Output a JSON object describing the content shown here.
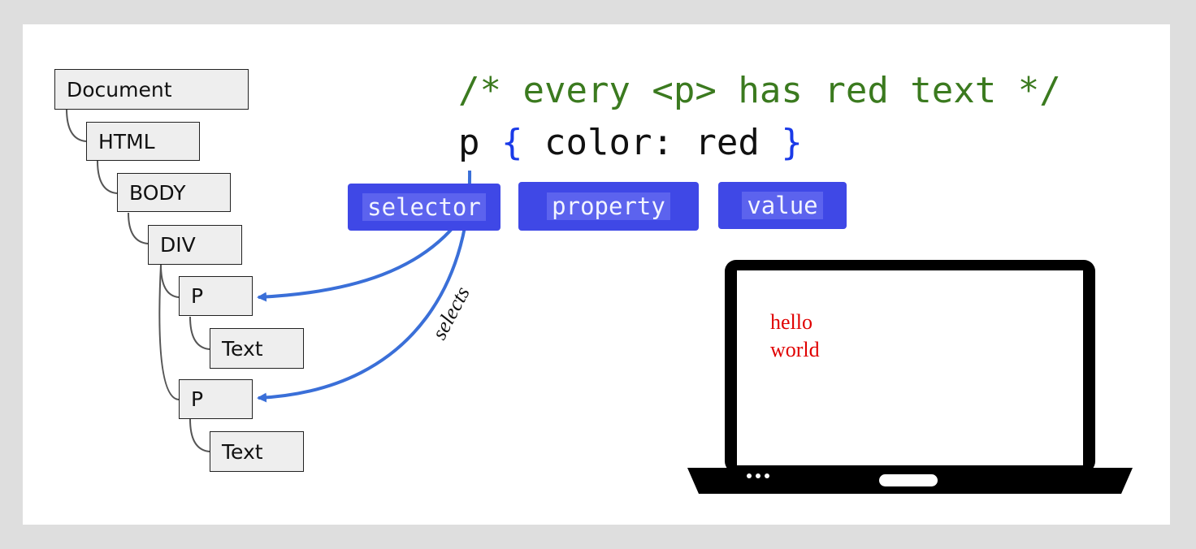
{
  "dom_tree": {
    "nodes": [
      {
        "id": "document",
        "label": "Document"
      },
      {
        "id": "html",
        "label": "HTML"
      },
      {
        "id": "body",
        "label": "BODY"
      },
      {
        "id": "div",
        "label": "DIV"
      },
      {
        "id": "p1",
        "label": "P"
      },
      {
        "id": "text1",
        "label": "Text"
      },
      {
        "id": "p2",
        "label": "P"
      },
      {
        "id": "text2",
        "label": "Text"
      }
    ]
  },
  "css_rule": {
    "comment": "/* every <p> has red text */",
    "selector": "p",
    "open_brace": "{",
    "declaration": "color: red",
    "close_brace": "}"
  },
  "labels": {
    "selector": "selector",
    "property": "property",
    "value": "value"
  },
  "arrow_label": "selects",
  "laptop_screen": {
    "line1": "hello",
    "line2": "world"
  },
  "colors": {
    "comment": "#3b7a1f",
    "brace": "#1a3ae8",
    "tag_bg": "#3f48e6",
    "arrow": "#3a6fd8",
    "screen_text": "#e00000"
  }
}
